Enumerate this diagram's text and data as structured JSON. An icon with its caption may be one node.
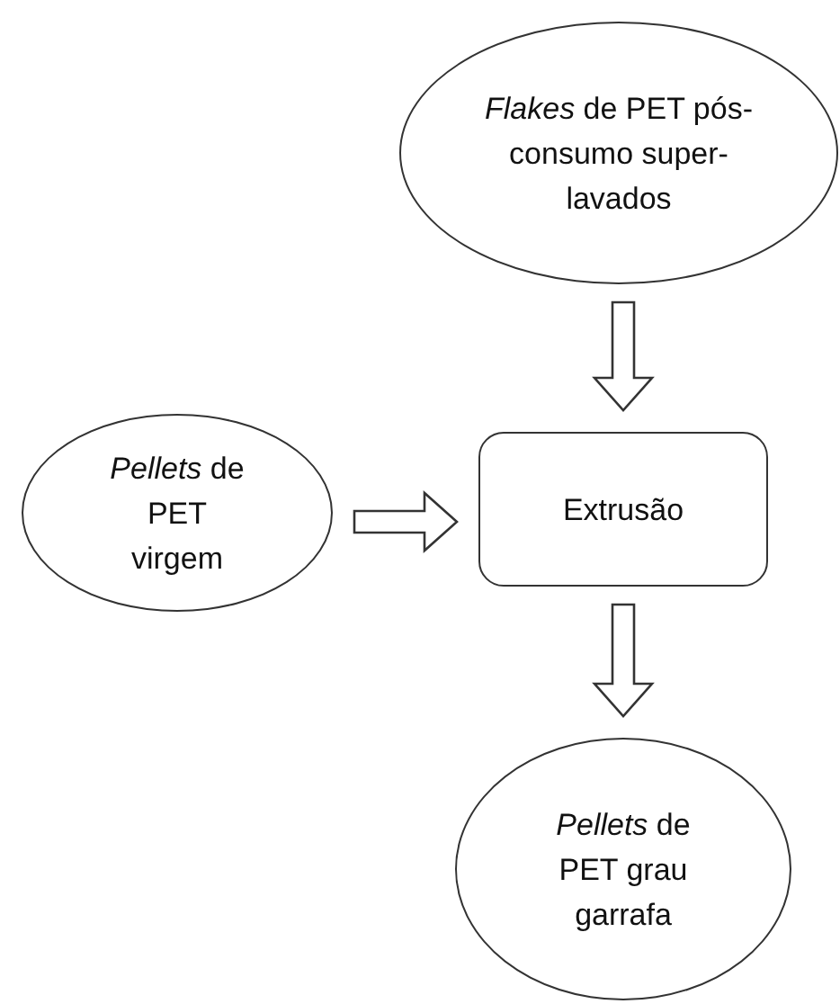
{
  "diagram": {
    "nodes": [
      {
        "text": [
          "*Flakes* de PET pós-consumo super-lavados"
        ]
      },
      {
        "text": [
          "*Pellets* de PET virgem"
        ]
      },
      {
        "text": [
          "Extrusão"
        ]
      },
      {
        "text": [
          "*Pellets* de PET grau garrafa"
        ]
      }
    ],
    "edges": [
      {
        "from": 0,
        "to": 2,
        "arrow": "to"
      },
      {
        "from": 1,
        "to": 2,
        "arrow": "to"
      },
      {
        "from": 2,
        "to": 3,
        "arrow": "to"
      }
    ]
  }
}
